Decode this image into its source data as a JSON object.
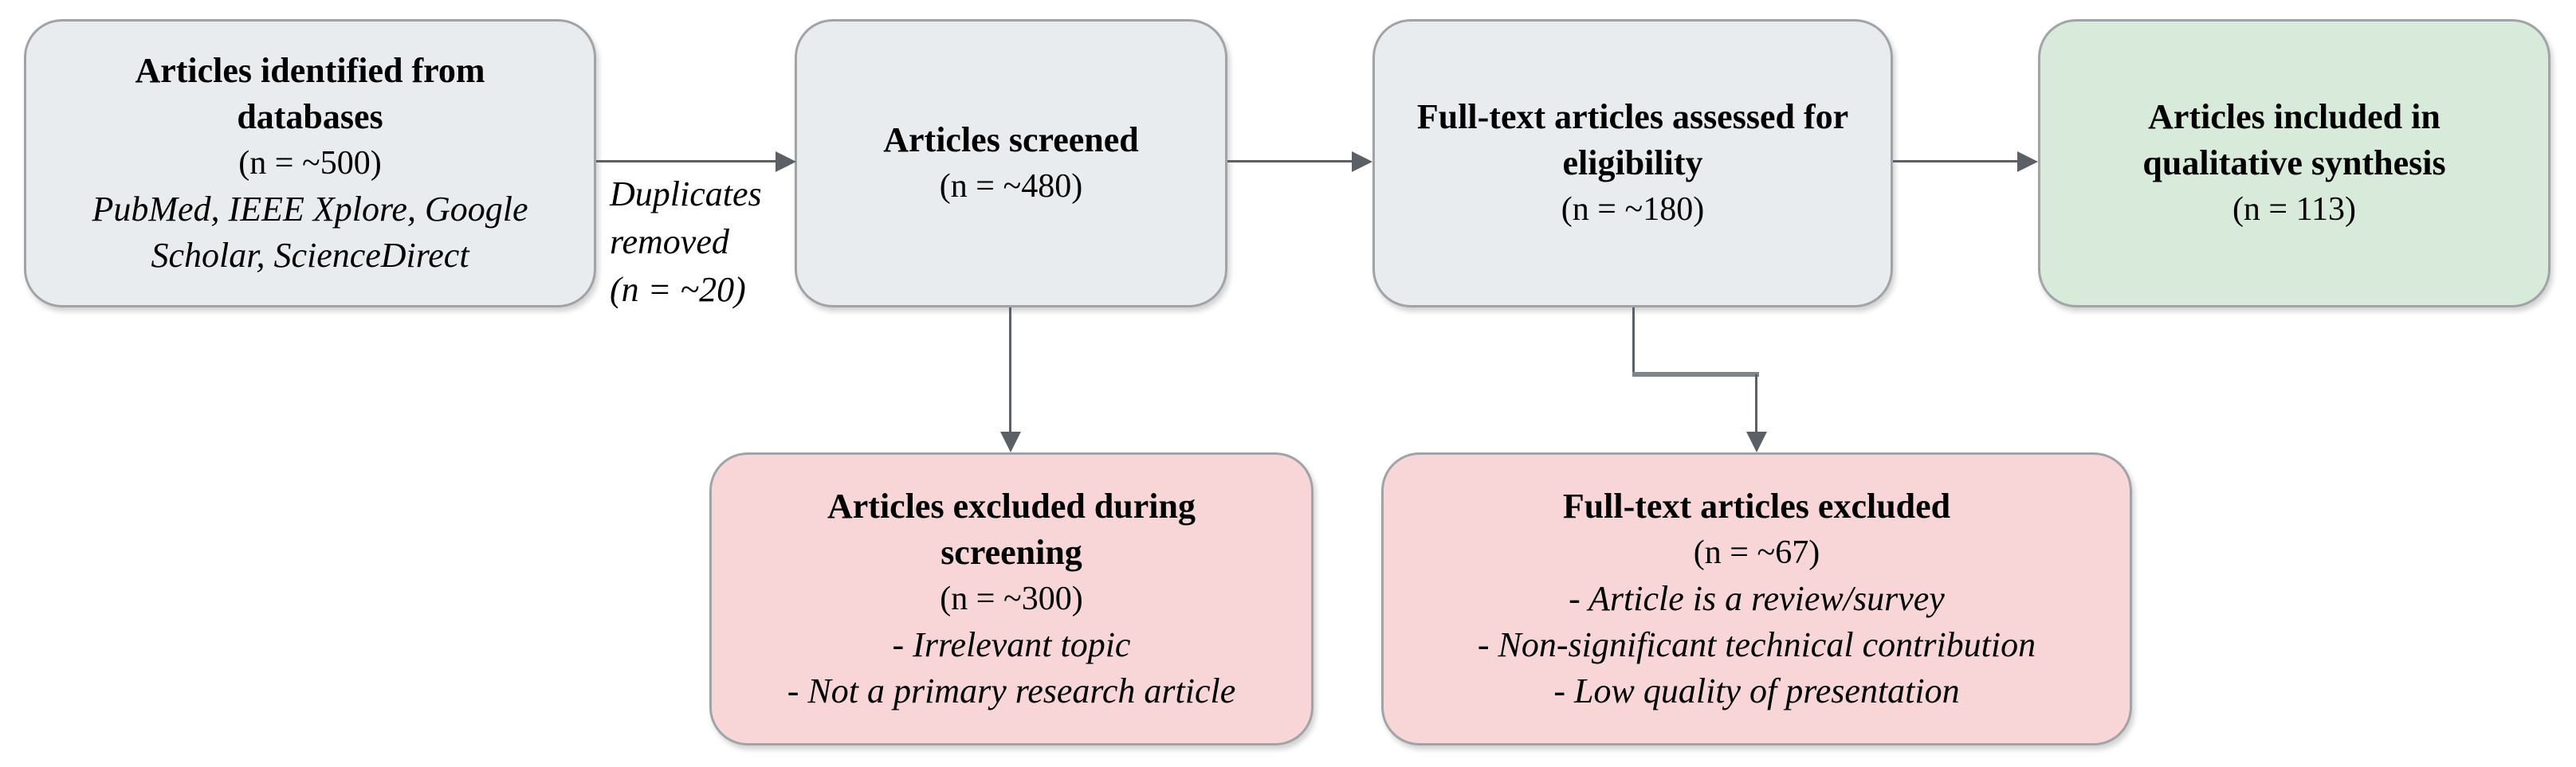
{
  "diagram": {
    "background": "#ffffff",
    "palette": {
      "stage_box_fill": "#e8ecee",
      "included_box_fill": "#d8ead9",
      "excluded_box_fill": "#f8d6d8",
      "box_border": "#a0a4a8",
      "arrow": "#5a6066",
      "text": "#000000"
    },
    "boxes": {
      "identified": {
        "title": "Articles identified from databases",
        "count": "(n = ~500)",
        "note": "PubMed, IEEE Xplore, Google Scholar, ScienceDirect"
      },
      "screened": {
        "title": "Articles screened",
        "count": "(n = ~480)"
      },
      "fulltext": {
        "title": "Full-text articles assessed for eligibility",
        "count": "(n = ~180)"
      },
      "included": {
        "title": "Articles included in qualitative synthesis",
        "count": "(n = 113)"
      },
      "excluded_screening": {
        "title": "Articles excluded during screening",
        "count": "(n = ~300)",
        "reasons": [
          "- Irrelevant topic",
          "- Not a primary research article"
        ]
      },
      "excluded_fulltext": {
        "title": "Full-text articles excluded",
        "count": "(n = ~67)",
        "reasons": [
          "- Article is a review/survey",
          "- Non-significant technical contribution",
          "- Low quality of presentation"
        ]
      }
    },
    "edge_labels": {
      "duplicates": {
        "text": "Duplicates removed",
        "count": "(n = ~20)"
      }
    }
  }
}
